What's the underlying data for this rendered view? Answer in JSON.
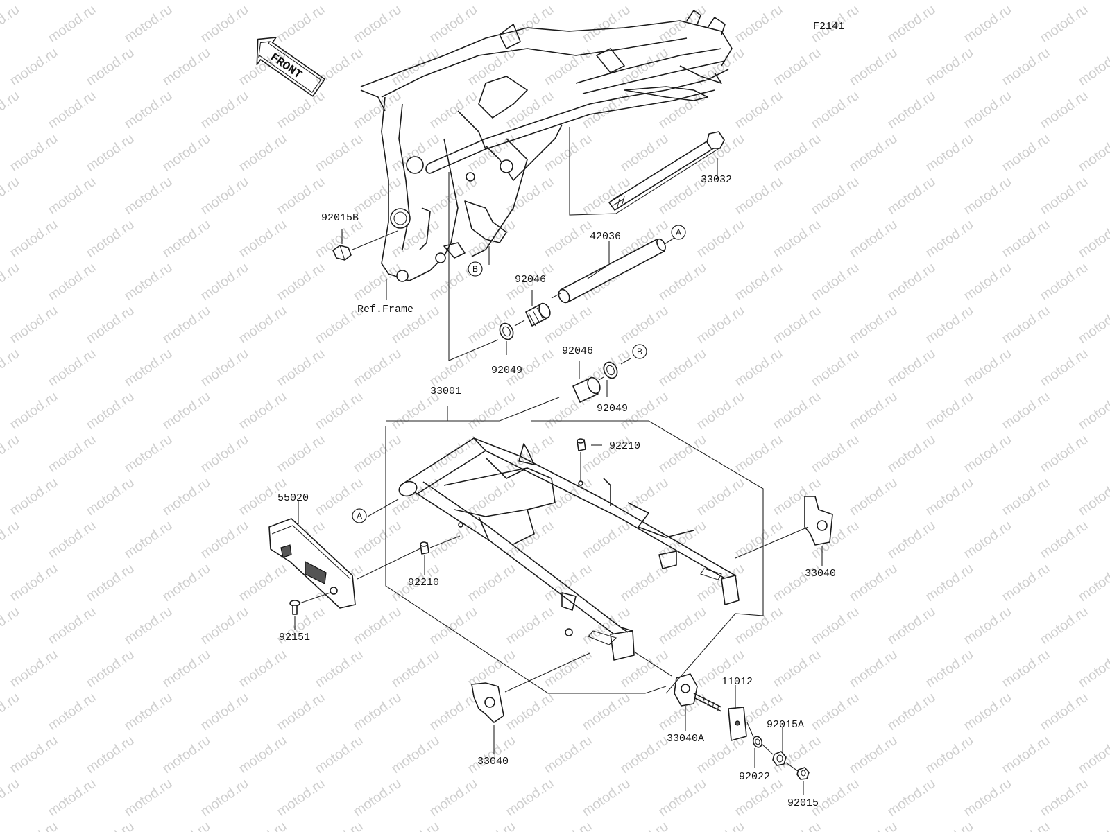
{
  "figure_code": "F2141",
  "front_sign": "FRONT",
  "watermark": "motod.ru",
  "ref_label": "Ref.Frame",
  "callouts": {
    "a": "A",
    "b": "B"
  },
  "parts": {
    "p33032": "33032",
    "p92015B": "92015B",
    "p42036": "42036",
    "p92046_top": "92046",
    "p92049_top": "92049",
    "p92046_mid": "92046",
    "p92049_mid": "92049",
    "p33001": "33001",
    "p92210_top": "92210",
    "p55020": "55020",
    "p92210_left": "92210",
    "p92151": "92151",
    "p33040_right": "33040",
    "p33040_bottom": "33040",
    "p11012": "11012",
    "p33040A": "33040A",
    "p92015A": "92015A",
    "p92022": "92022",
    "p92015": "92015"
  }
}
